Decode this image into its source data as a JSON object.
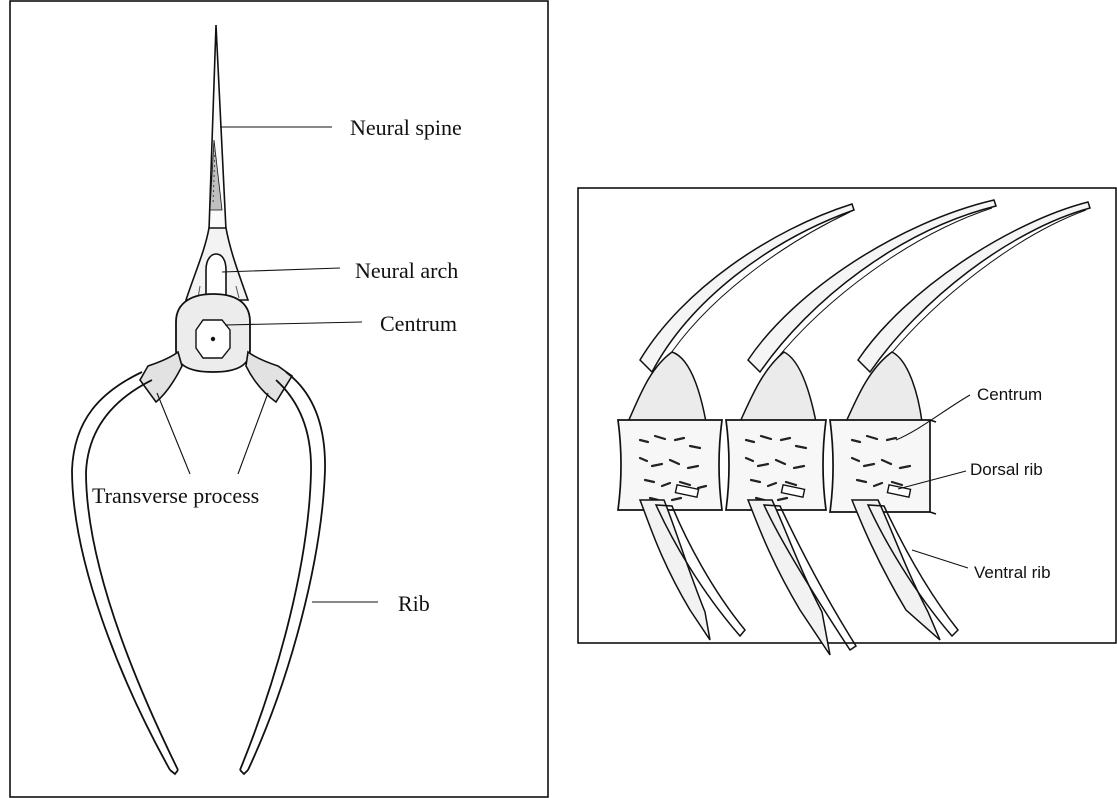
{
  "left_panel": {
    "labels": {
      "neural_spine": "Neural spine",
      "neural_arch": "Neural arch",
      "centrum": "Centrum",
      "transverse_process": "Transverse process",
      "rib": "Rib"
    }
  },
  "right_panel": {
    "labels": {
      "centrum": "Centrum",
      "dorsal_rib": "Dorsal rib",
      "ventral_rib": "Ventral rib"
    }
  }
}
